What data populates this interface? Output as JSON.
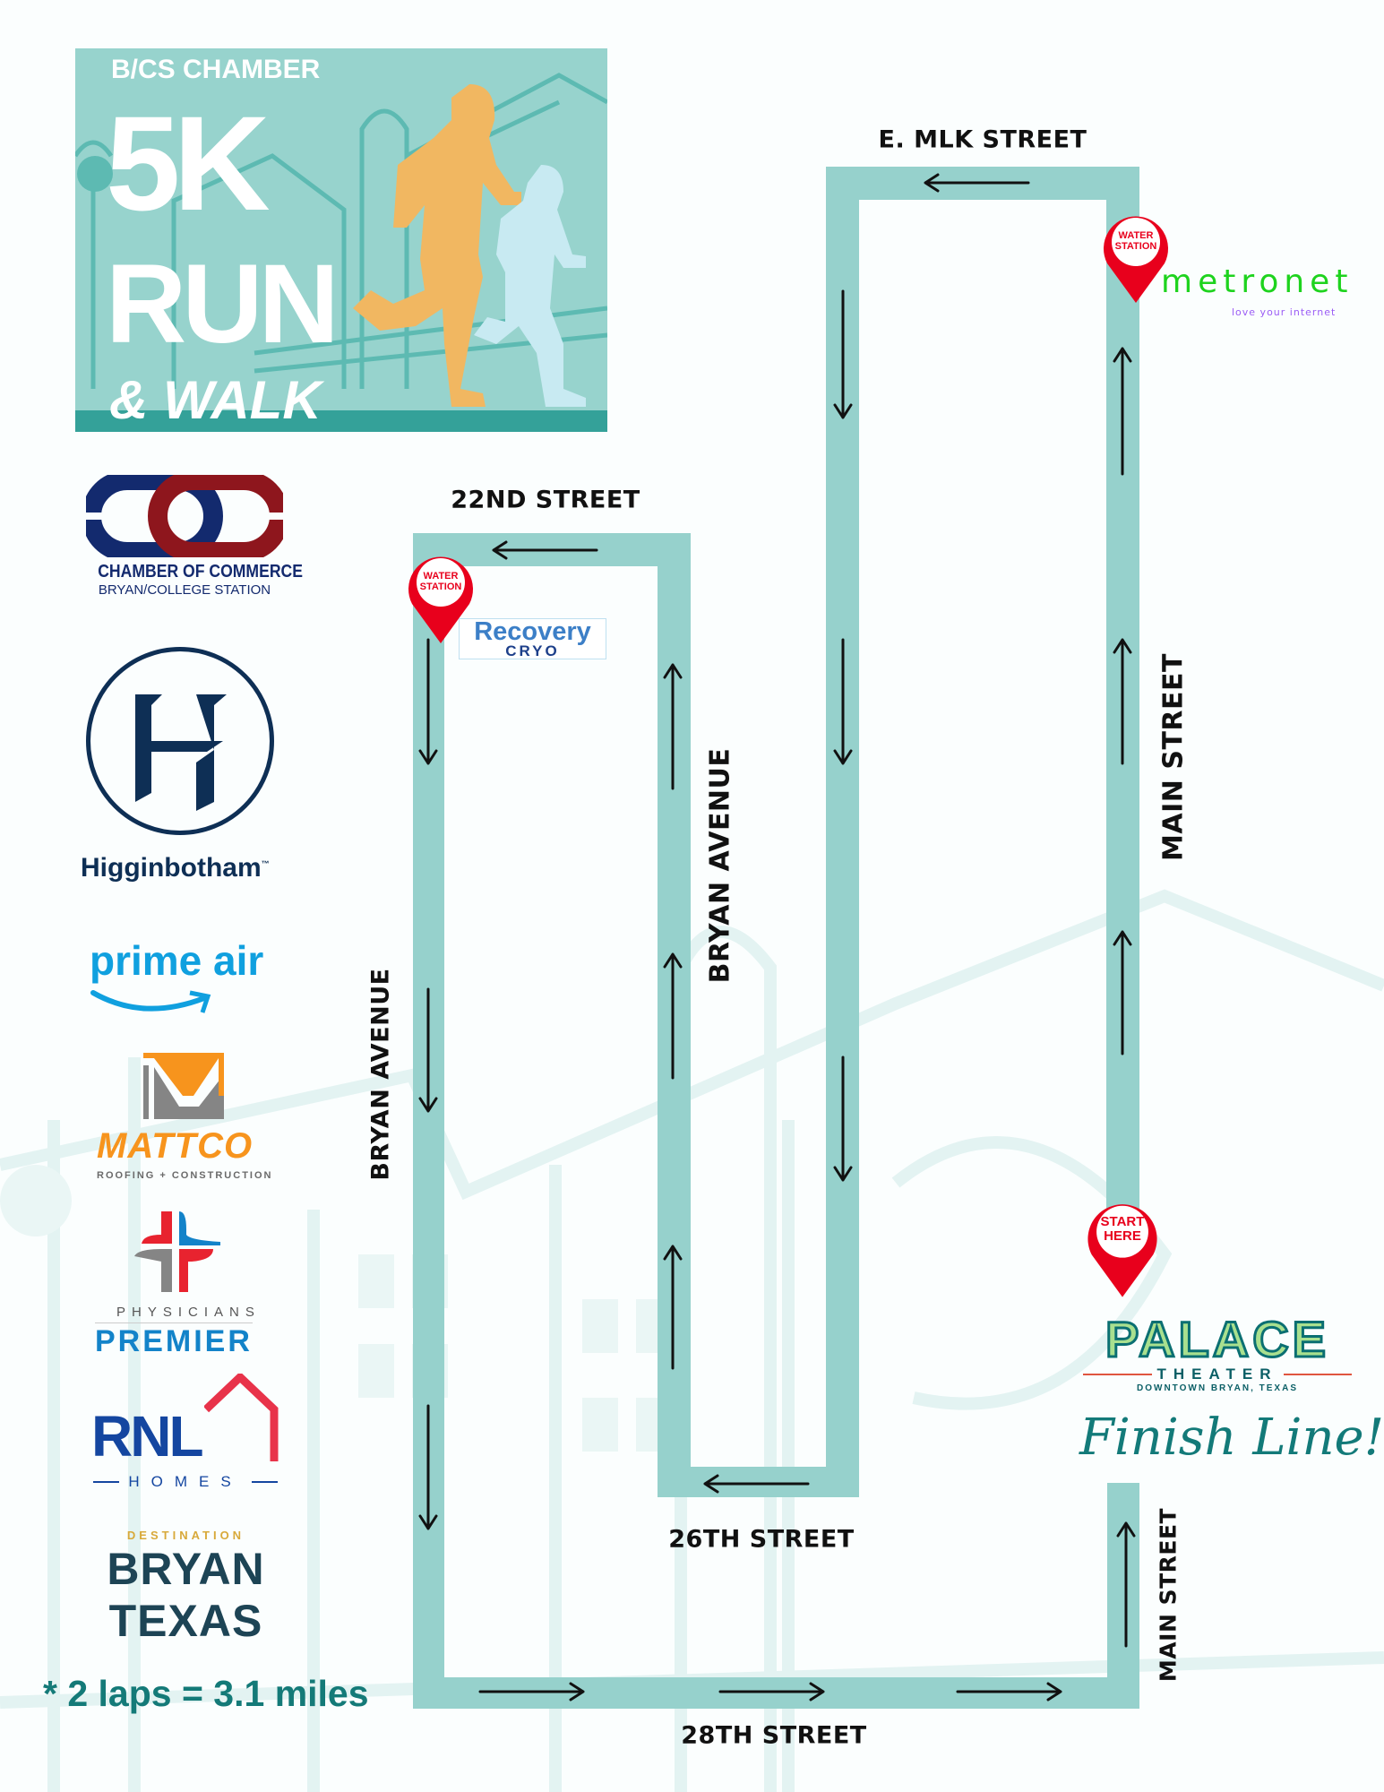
{
  "banner": {
    "org": "B/CS CHAMBER",
    "line1": "5K",
    "line2": "RUN",
    "line3_amp": "&",
    "line3": "WALK"
  },
  "streets": {
    "mlk": "E. MLK STREET",
    "twenty_second": "22ND STREET",
    "twenty_sixth": "26TH STREET",
    "twenty_eighth": "28TH STREET",
    "bryan_west": "BRYAN AVENUE",
    "bryan_inner": "BRYAN AVENUE",
    "main_upper": "MAIN STREET",
    "main_lower": "MAIN STREET"
  },
  "markers": {
    "water1": {
      "line1": "WATER",
      "line2": "STATION"
    },
    "water2": {
      "line1": "WATER",
      "line2": "STATION"
    },
    "start": {
      "line1": "START",
      "line2": "HERE"
    }
  },
  "station_sponsors": {
    "metronet": {
      "name": "metronet",
      "tagline": "love your internet"
    },
    "recovery": {
      "name": "Recovery",
      "sub": "CRYO"
    }
  },
  "finish": {
    "venue": "PALACE",
    "venue_sub": "THEATER",
    "venue_loc": "DOWNTOWN BRYAN, TEXAS",
    "label": "Finish Line!"
  },
  "sponsors": {
    "chamber": {
      "name": "CHAMBER OF COMMERCE",
      "sub": "BRYAN/COLLEGE STATION"
    },
    "higginbotham": {
      "name": "Higginbotham",
      "tm": "™"
    },
    "prime_air": {
      "name": "prime air"
    },
    "mattco": {
      "name": "MATTCO",
      "sub": "ROOFING + CONSTRUCTION"
    },
    "physicians": {
      "top": "PHYSICIANS",
      "name": "PREMIER"
    },
    "rnl": {
      "name": "RNL",
      "sub": "HOMES"
    },
    "destination": {
      "top": "DESTINATION",
      "line1": "BRYAN",
      "line2": "TEXAS"
    }
  },
  "note": "* 2 laps = 3.1 miles",
  "colors": {
    "route": "#96d1cc",
    "banner": "#97d3cd",
    "pin": "#e8001c",
    "note": "#147a78",
    "runner_orange": "#f1b761",
    "runner_light": "#c8eaf2"
  }
}
